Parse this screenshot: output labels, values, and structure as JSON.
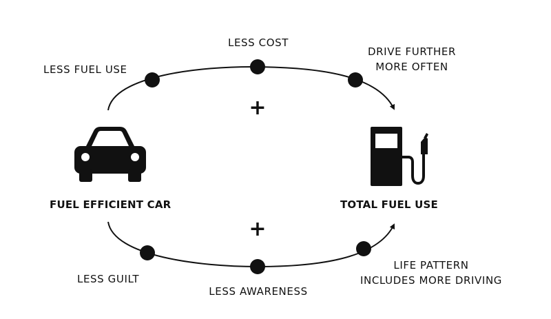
{
  "diagram": {
    "left_node": {
      "label": "FUEL EFFICIENT CAR",
      "icon": "car-icon"
    },
    "right_node": {
      "label": "TOTAL FUEL USE",
      "icon": "fuel-pump-icon"
    },
    "top_path": {
      "operator": "+",
      "steps": [
        {
          "label": "LESS FUEL USE"
        },
        {
          "label": "LESS COST"
        },
        {
          "label_line1": "DRIVE FURTHER",
          "label_line2": "MORE OFTEN"
        }
      ]
    },
    "bottom_path": {
      "operator": "+",
      "steps": [
        {
          "label": "LESS GUILT"
        },
        {
          "label": "LESS AWARENESS"
        },
        {
          "label_line1": "LIFE PATTERN",
          "label_line2": "INCLUDES MORE DRIVING"
        }
      ]
    },
    "colors": {
      "ink": "#111111",
      "background": "#ffffff"
    }
  }
}
